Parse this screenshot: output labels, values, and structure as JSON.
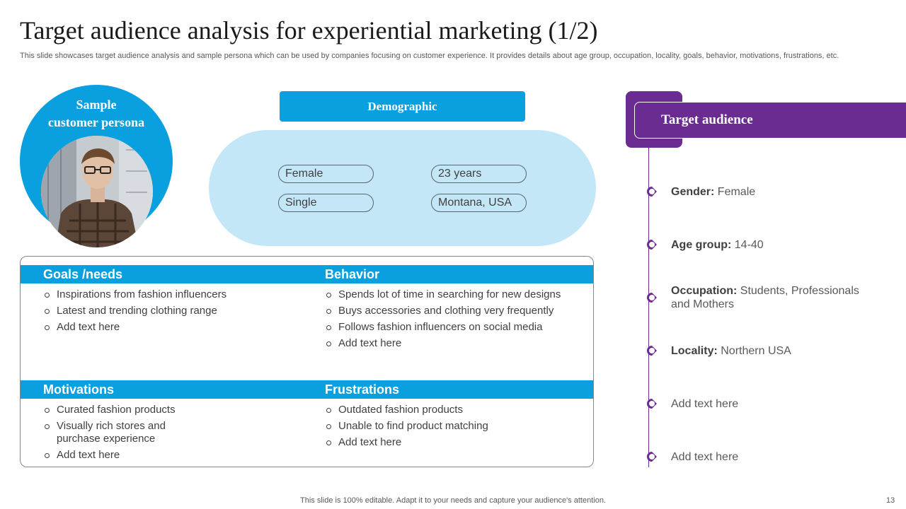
{
  "slide": {
    "title": "Target audience analysis for experiential marketing (1/2)",
    "subtitle": "This slide showcases target audience analysis and sample persona which can be used by companies focusing on customer experience. It provides details about age group, occupation, locality, goals, behavior, motivations, frustrations, etc."
  },
  "persona": {
    "label_line1": "Sample",
    "label_line2": "customer persona"
  },
  "demographic": {
    "title": "Demographic",
    "pills": [
      "Female",
      "23 years",
      "Single",
      "Montana, USA"
    ]
  },
  "panel": {
    "goals": {
      "title": "Goals /needs",
      "items": [
        "Inspirations from fashion influencers",
        "Latest and trending clothing range",
        "Add text here"
      ]
    },
    "behavior": {
      "title": "Behavior",
      "items": [
        "Spends lot of time in searching for new designs",
        "Buys accessories and clothing very frequently",
        "Follows fashion influencers on social media",
        "Add text here"
      ]
    },
    "motivations": {
      "title": "Motivations",
      "items": [
        "Curated fashion products",
        "Visually rich stores and purchase experience",
        "Add text here"
      ]
    },
    "frustrations": {
      "title": "Frustrations",
      "items": [
        "Outdated fashion products",
        "Unable to find product matching",
        "Add text here"
      ]
    }
  },
  "target_audience": {
    "title": "Target audience",
    "items": [
      {
        "label": "Gender:",
        "value": " Female"
      },
      {
        "label": "Age group:",
        "value": " 14-40"
      },
      {
        "label": "Occupation:",
        "value": " Students, Professionals and Mothers"
      },
      {
        "label": "Locality:",
        "value": " Northern USA"
      },
      {
        "label": "",
        "value": "Add text here"
      },
      {
        "label": "",
        "value": "Add text here"
      }
    ]
  },
  "footer": {
    "note": "This slide is 100% editable. Adapt it to your needs and capture your audience's attention.",
    "page_number": "13"
  },
  "colors": {
    "blue": "#0aa0df",
    "light_blue": "#c4e7f8",
    "purple": "#6a2c91"
  }
}
